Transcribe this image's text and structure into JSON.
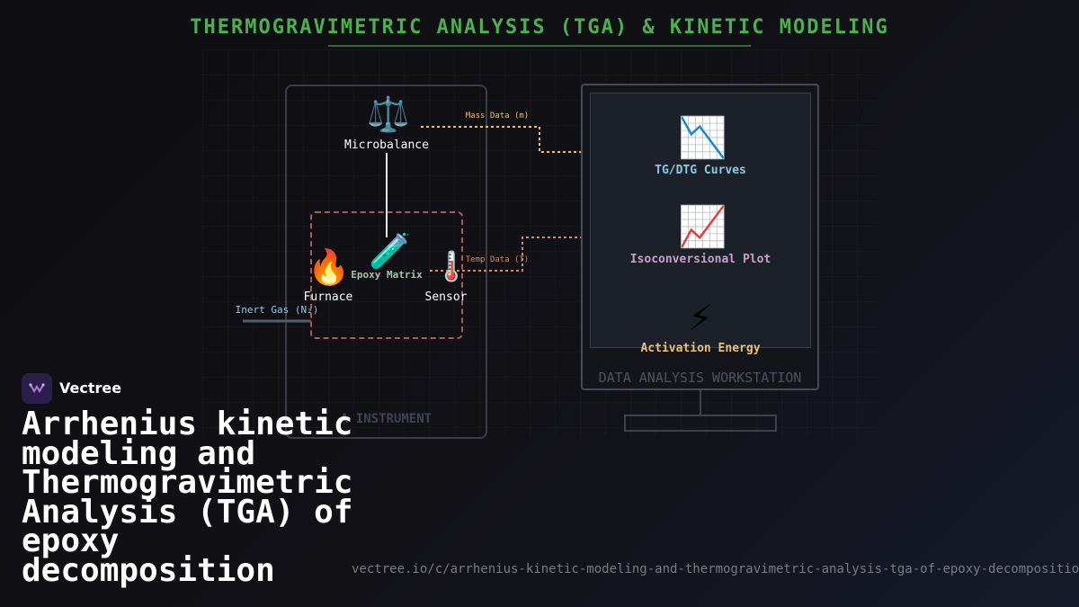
{
  "diagram": {
    "title": "THERMOGRAVIMETRIC ANALYSIS (TGA) & KINETIC MODELING",
    "instrument": {
      "label": "A INSTRUMENT",
      "microbalance": {
        "icon": "balance-scale-icon",
        "label": "Microbalance"
      },
      "furnace": {
        "icon": "fire-icon",
        "label": "Furnace"
      },
      "sample": {
        "icon": "test-tube-icon",
        "label": "Epoxy Matrix"
      },
      "sensor": {
        "icon": "thermometer-icon",
        "label": "Sensor"
      },
      "gas_label": "Inert Gas (N₂)"
    },
    "signals": {
      "mass": "Mass Data (m)",
      "temp": "Temp Data (T)"
    },
    "workstation": {
      "label": "DATA ANALYSIS WORKSTATION",
      "steps": [
        {
          "icon": "chart-decreasing-icon",
          "label": "TG/DTG Curves"
        },
        {
          "icon": "chart-increasing-icon",
          "label": "Isoconversional Plot"
        },
        {
          "icon": "lightning-icon",
          "label": "Activation Energy"
        }
      ]
    },
    "colors": {
      "title": "#4caf50",
      "mass_line": "#e0c080",
      "temp_line": "#d08a6a",
      "step1": "#8ecae6",
      "step2": "#c8a0c8",
      "step3": "#e8c27a"
    }
  },
  "brand": {
    "name": "Vectree"
  },
  "headline": "Arrhenius kinetic modeling and Thermogravimetric Analysis (TGA) of epoxy decomposition",
  "url": "vectree.io/c/arrhenius-kinetic-modeling-and-thermogravimetric-analysis-tga-of-epoxy-decomposition"
}
